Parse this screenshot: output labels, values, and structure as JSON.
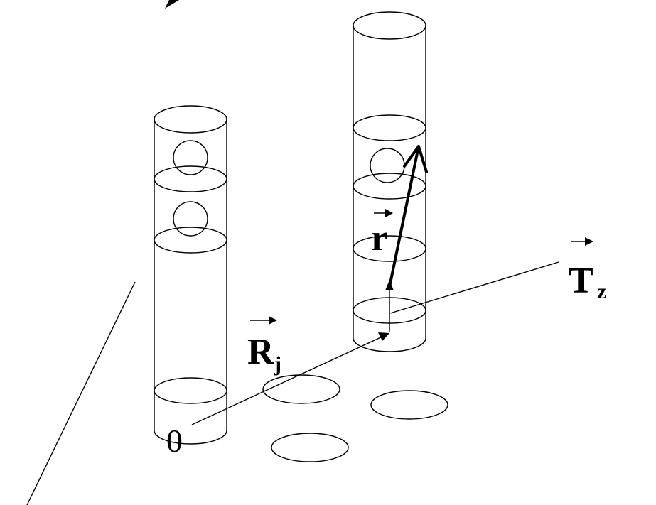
{
  "labels": {
    "origin": "0",
    "vector_R": "R",
    "vector_R_subscript": "j",
    "vector_r": "r",
    "vector_T": "T",
    "vector_T_subscript": "z"
  },
  "colors": {
    "line": "#000000",
    "background": "#ffffff"
  }
}
